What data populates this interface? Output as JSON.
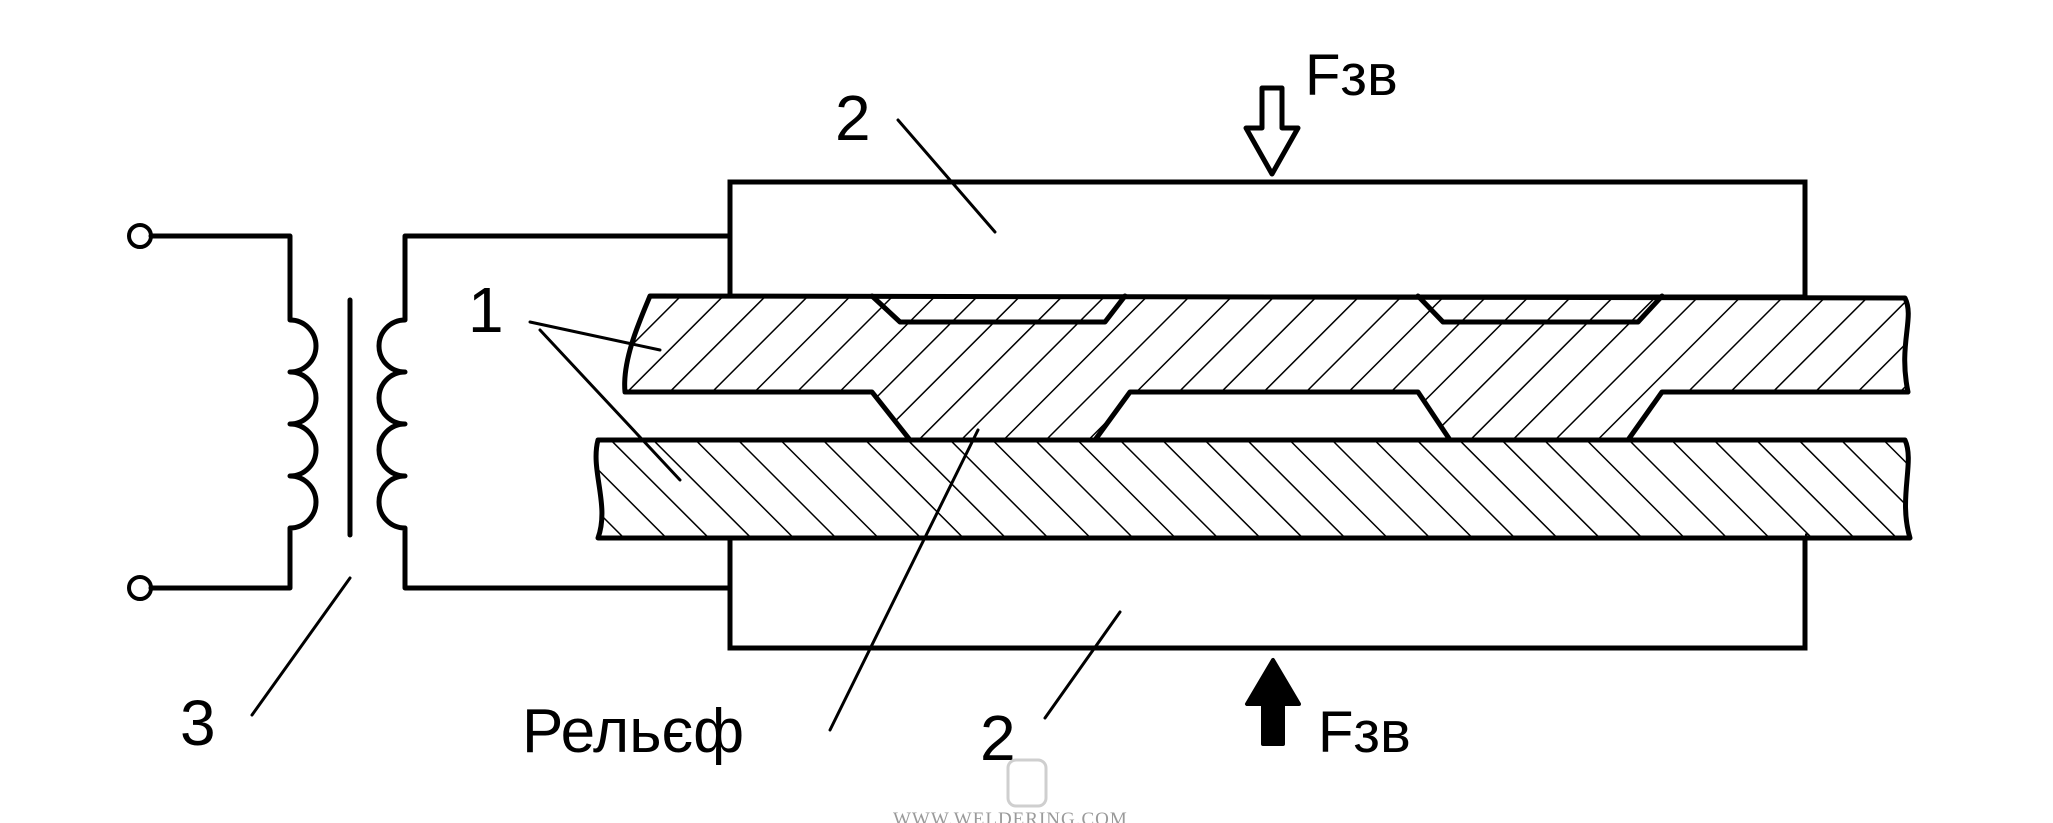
{
  "labels": {
    "sheets": "1",
    "electrode_top": "2",
    "electrode_bottom": "2",
    "transformer": "3",
    "relief": "Рельєф",
    "force_top": "Fзв",
    "force_bottom": "Fзв"
  },
  "watermark": "WWW.WELDERING.COM",
  "colors": {
    "ink": "#000000",
    "paper": "#ffffff",
    "watermark": "#9a9a9a"
  }
}
